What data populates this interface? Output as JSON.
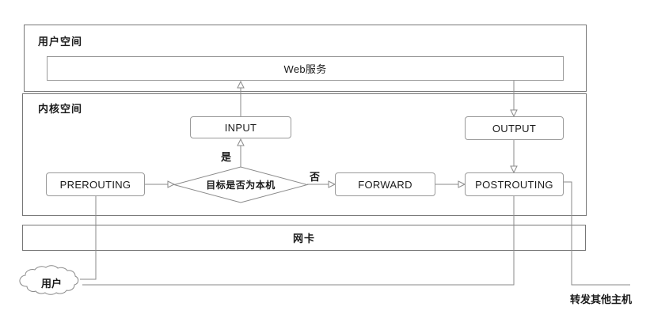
{
  "sections": {
    "user_space": "用户空间",
    "kernel_space": "内核空间"
  },
  "nodes": {
    "web_service": "Web服务",
    "input": "INPUT",
    "output": "OUTPUT",
    "prerouting": "PREROUTING",
    "decision": "目标是否为本机",
    "forward": "FORWARD",
    "postrouting": "POSTROUTING",
    "nic": "网卡",
    "user": "用户"
  },
  "edge_labels": {
    "yes": "是",
    "no": "否",
    "forward_other_hosts": "转发其他主机"
  },
  "colors": {
    "background": "#ffffff",
    "container_border": "#777777",
    "node_border": "#999999",
    "connector": "#8a8a8a",
    "text": "#1a1a1a"
  }
}
